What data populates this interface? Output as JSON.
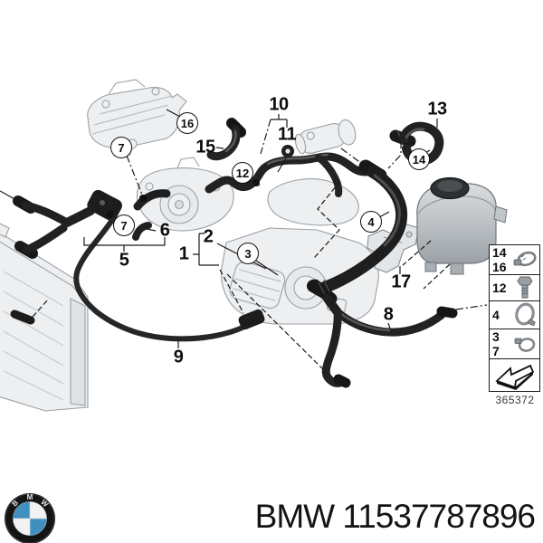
{
  "page": {
    "background": "#ffffff",
    "colors": {
      "hose": "#212121",
      "ghost_part": "#edeff1",
      "ghost_stroke": "#9ba1a6",
      "bmw_blue": "#3f8fc0",
      "line": "#1a1a1a"
    }
  },
  "diagram": {
    "description": "BMW engine cooling system hoses exploded parts diagram",
    "drawing_number": "365372",
    "callouts": [
      {
        "label": "7",
        "shape": "circle"
      },
      {
        "label": "16",
        "shape": "circle"
      },
      {
        "label": "12",
        "shape": "circle"
      },
      {
        "label": "3",
        "shape": "circle"
      },
      {
        "label": "4",
        "shape": "circle"
      },
      {
        "label": "14",
        "shape": "circle"
      },
      {
        "label": "7",
        "shape": "circle"
      },
      {
        "label": "15",
        "shape": "plain"
      },
      {
        "label": "10",
        "shape": "plain"
      },
      {
        "label": "11",
        "shape": "plain"
      },
      {
        "label": "13",
        "shape": "plain"
      },
      {
        "label": "2",
        "shape": "plain"
      },
      {
        "label": "1",
        "shape": "plain"
      },
      {
        "label": "6",
        "shape": "plain"
      },
      {
        "label": "5",
        "shape": "plain"
      },
      {
        "label": "17",
        "shape": "plain"
      },
      {
        "label": "8",
        "shape": "plain"
      },
      {
        "label": "9",
        "shape": "plain"
      }
    ]
  },
  "legend": {
    "rows": [
      {
        "numbers": [
          "14",
          "16"
        ],
        "icon": "hose-clamp"
      },
      {
        "numbers": [
          "12"
        ],
        "icon": "bolt"
      },
      {
        "numbers": [
          "4"
        ],
        "icon": "spring-clamp-large"
      },
      {
        "numbers": [
          "3",
          "7"
        ],
        "icon": "spring-clamp-small"
      },
      {
        "numbers": [],
        "icon": "direction-arrow"
      }
    ],
    "code": "365372"
  },
  "footer": {
    "logo": "bmw-roundel",
    "brand": "BMW",
    "part_number": "11537787896"
  }
}
